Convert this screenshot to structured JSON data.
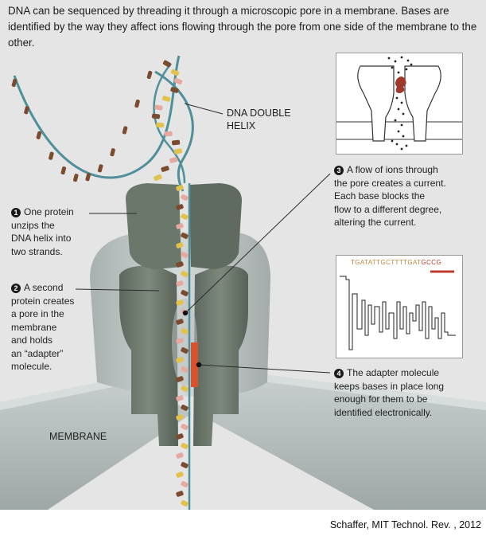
{
  "intro": "DNA can be sequenced by threading it through a microscopic pore in a membrane. Bases are identified by the way they affect ions flowing through the pore from one side of the membrane to the other.",
  "labels": {
    "helix": [
      "DNA DOUBLE",
      "HELIX"
    ],
    "step1": {
      "num": "1",
      "lines": [
        "One protein",
        "unzips the",
        "DNA helix into",
        "two strands."
      ]
    },
    "step2": {
      "num": "2",
      "lines": [
        "A second",
        "protein creates",
        "a pore in the",
        "membrane",
        "and holds",
        "an “adapter”",
        "molecule."
      ]
    },
    "step3": {
      "num": "3",
      "lines": [
        "A flow of ions through",
        "the pore creates a current.",
        "Each base blocks the",
        "flow to a different degree,",
        "altering the current."
      ]
    },
    "step4": {
      "num": "4",
      "lines": [
        "The adapter molecule",
        "keeps bases in place long",
        "enough for them to be",
        "identified electronically."
      ]
    },
    "membrane": "MEMBRANE"
  },
  "sequence": {
    "main": "TGATATTGCTTTTGAT",
    "highlight": "GCCG"
  },
  "credit": "Schaffer, MIT Technol. Rev. , 2012",
  "colors": {
    "background": "#e4e5e4",
    "protein": "#6e7a6f",
    "protein_dark": "#566257",
    "collar": "#c8cdcd",
    "membrane": "#b7bfbf",
    "dna_backbone": "#4f8f9a",
    "base_brown": "#7a4b2e",
    "base_yellow": "#e0c24d",
    "base_pink": "#e6a9a0",
    "adapter": "#d9522c"
  }
}
